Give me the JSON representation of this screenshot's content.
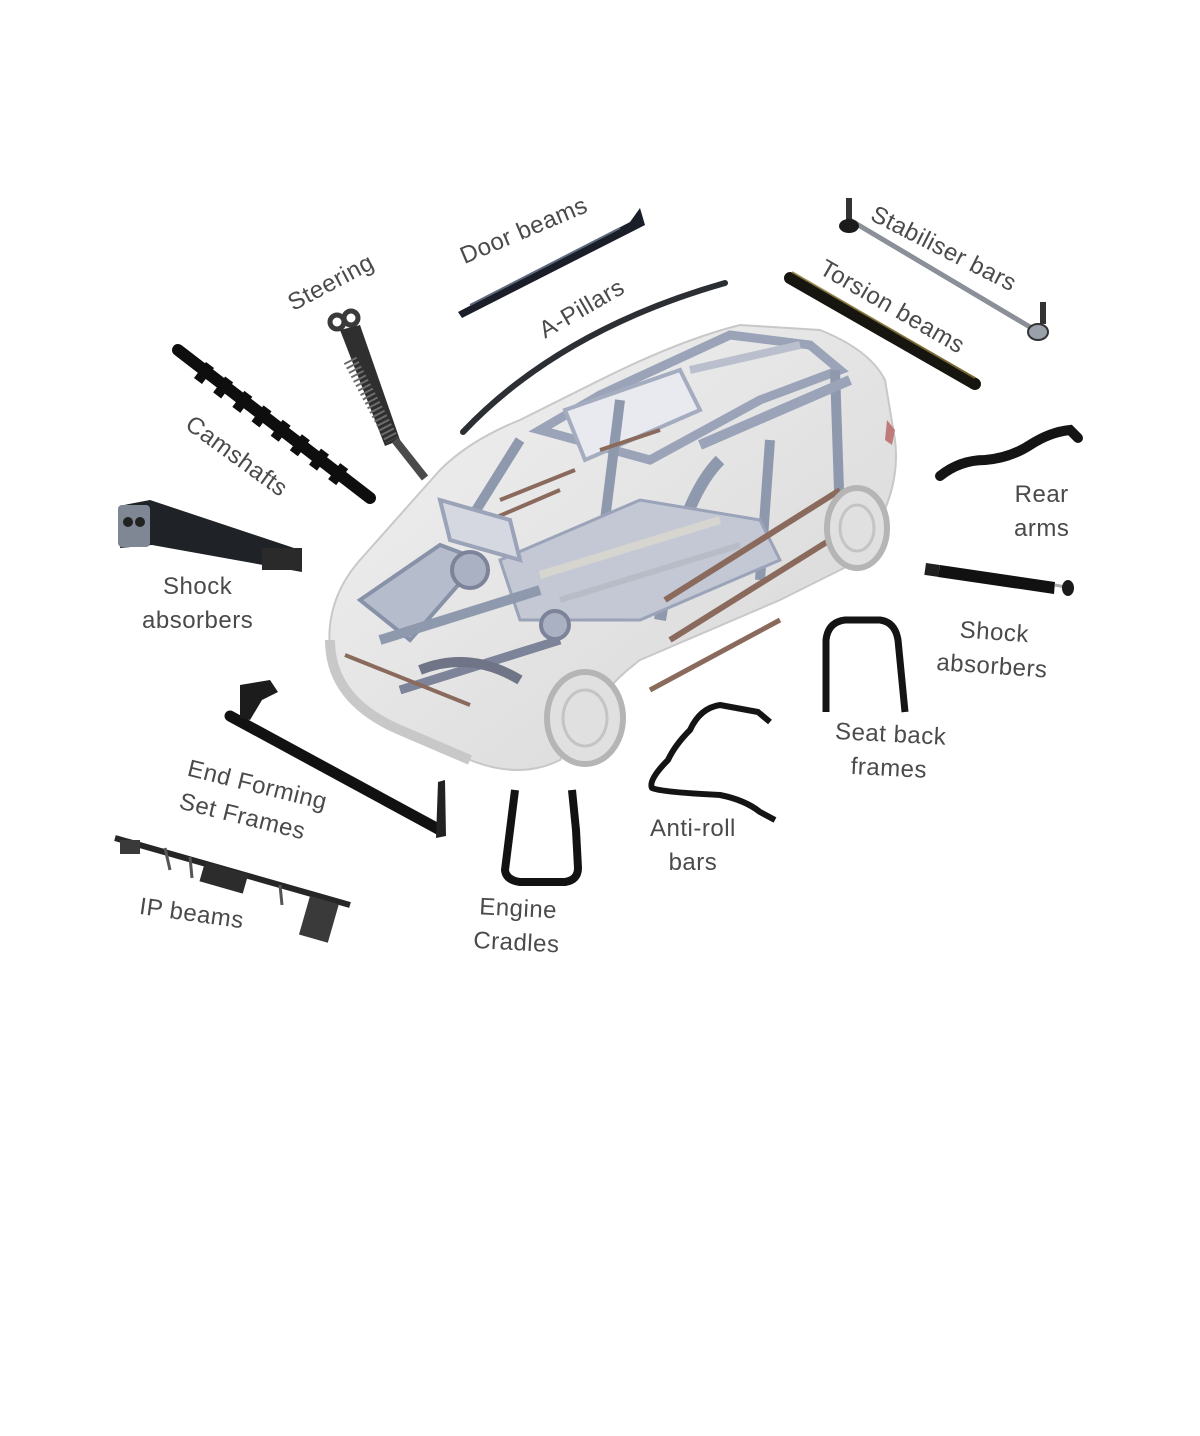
{
  "diagram": {
    "title": "Automotive tube & structural components",
    "center_image": "car-body-in-white",
    "colors": {
      "background": "#ffffff",
      "label_text": "#4a4a4a",
      "part_dark": "#151515",
      "frame_steel": "#9aa3b8",
      "frame_light": "#d9dbe2",
      "reinforcement_brown": "#8a6a5c",
      "body_shell": "#e6e6e6"
    },
    "labels": {
      "door_beams": "Door beams",
      "steering": "Steering",
      "a_pillars": "A-Pillars",
      "stabiliser_bars": "Stabiliser bars",
      "torsion_beams": "Torsion beams",
      "camshafts": "Camshafts",
      "rear_arms_1": "Rear",
      "rear_arms_2": "arms",
      "shock_left_1": "Shock",
      "shock_left_2": "absorbers",
      "shock_right_1": "Shock",
      "shock_right_2": "absorbers",
      "seat_back_1": "Seat back",
      "seat_back_2": "frames",
      "end_forming_1": "End Forming",
      "end_forming_2": "Set Frames",
      "anti_roll_1": "Anti-roll",
      "anti_roll_2": "bars",
      "engine_1": "Engine",
      "engine_2": "Cradles",
      "ip_beams": "IP beams"
    },
    "parts": [
      "door-beam",
      "steering-column",
      "a-pillar",
      "stabiliser-bar",
      "torsion-beam",
      "camshaft",
      "rear-arm",
      "shock-absorber-left",
      "shock-absorber-right",
      "seat-back-frame",
      "end-forming-set-frame",
      "anti-roll-bar",
      "engine-cradle",
      "ip-beam"
    ]
  }
}
